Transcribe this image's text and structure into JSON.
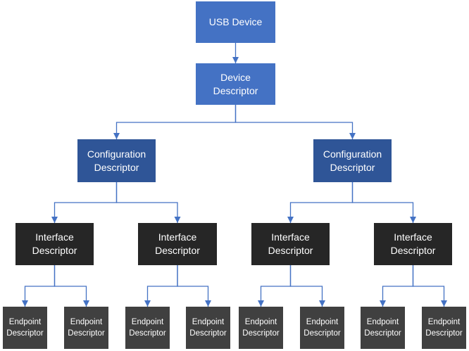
{
  "colors": {
    "usb_device": "#4472c4",
    "device_descriptor": "#4472c4",
    "configuration": "#2f5597",
    "interface": "#262626",
    "endpoint": "#404040",
    "connector": "#4472c4"
  },
  "nodes": {
    "usb_device": "USB Device",
    "device_descriptor": "Device\nDescriptor",
    "configuration_1": "Configuration\nDescriptor",
    "configuration_2": "Configuration\nDescriptor",
    "interface_1": "Interface\nDescriptor",
    "interface_2": "Interface\nDescriptor",
    "interface_3": "Interface\nDescriptor",
    "interface_4": "Interface\nDescriptor",
    "endpoint_1": "Endpoint\nDescriptor",
    "endpoint_2": "Endpoint\nDescriptor",
    "endpoint_3": "Endpoint\nDescriptor",
    "endpoint_4": "Endpoint\nDescriptor",
    "endpoint_5": "Endpoint\nDescriptor",
    "endpoint_6": "Endpoint\nDescriptor",
    "endpoint_7": "Endpoint\nDescriptor",
    "endpoint_8": "Endpoint\nDescriptor"
  }
}
